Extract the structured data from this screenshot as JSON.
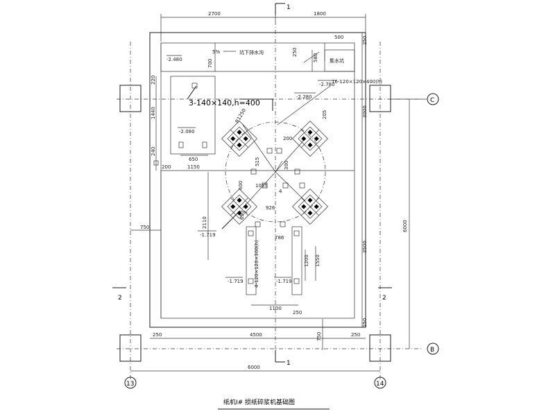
{
  "title": "纸机Ⅰ# 损纸碎浆机基础图",
  "section_marks": {
    "top": "1",
    "bottom": "1",
    "left": "2",
    "right": "2"
  },
  "axes": {
    "c": "C",
    "b": "B",
    "a13": "13",
    "a14": "14"
  },
  "top_dims": [
    "2700",
    "1800"
  ],
  "dims": {
    "d500": "500",
    "d250a": "250",
    "d700": "700",
    "d250b": "250",
    "d580": "580",
    "d220": "220",
    "d1440": "1440",
    "d240": "240",
    "d650": "650",
    "d200": "200",
    "d1150": "1150",
    "d3000": "3000",
    "d6000r": "6000",
    "d750": "750",
    "d2110": "2110",
    "d3500": "3500",
    "d250c": "250",
    "d250d": "250",
    "d4500": "4500",
    "d750b": "750",
    "d250e": "250",
    "d6000": "6000",
    "d515": "515",
    "d200c": "200",
    "d1055": "1055",
    "d926": "926",
    "d650b": "650",
    "d600": "600",
    "d300": "300",
    "d786": "786",
    "d1200": "1200",
    "d1550": "1550",
    "d1100": "1100",
    "d250f": "250",
    "dR": "R1250",
    "d205": "205",
    "d4": "4"
  },
  "elevations": {
    "e1": "-2.480",
    "e2": "-2.780",
    "e3": "-2.280",
    "e4": "-2.080",
    "e5": "-1.719",
    "e6": "-1.719",
    "e7": "-1.719"
  },
  "labels": {
    "slope": "5%",
    "trench": "坑下排水沟",
    "sump": "集水坑",
    "bolt_big": "16-120×120×400(h)",
    "bolt_bottom": "4-120×120×300(h)",
    "bolt_3": "3-140×140,h=400"
  }
}
